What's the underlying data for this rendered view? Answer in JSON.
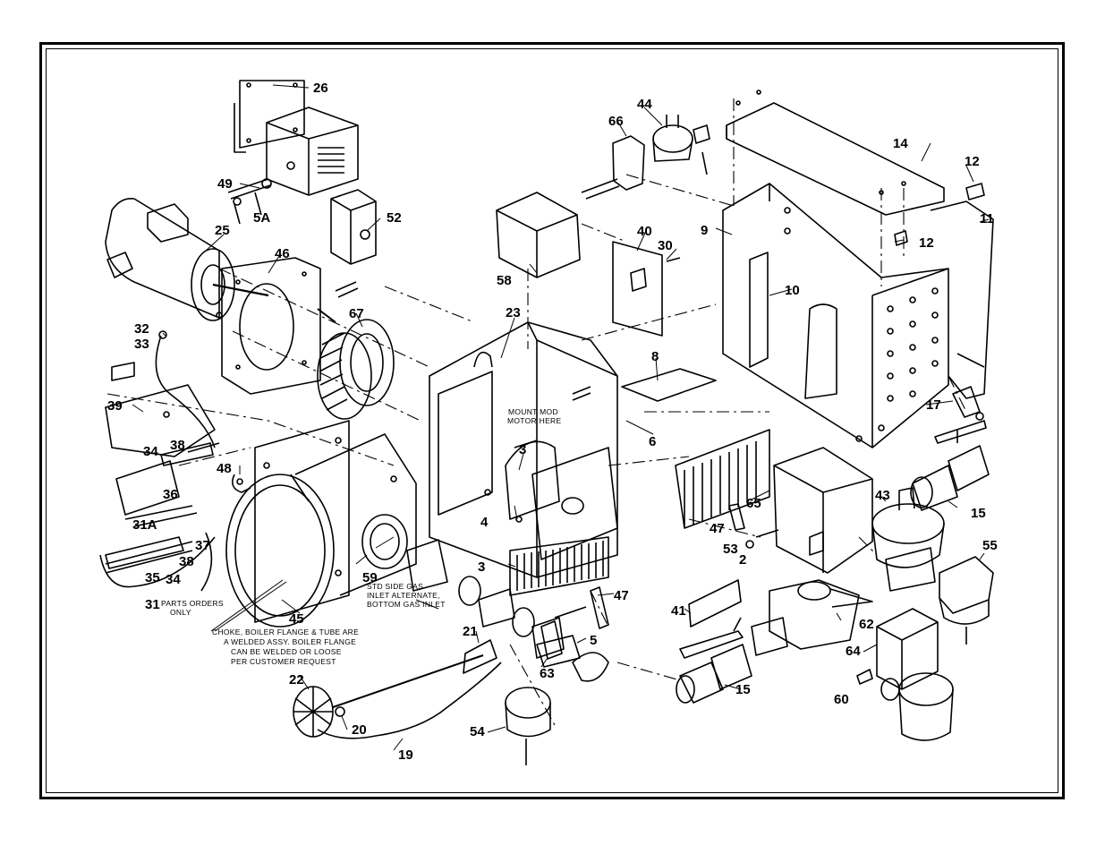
{
  "callouts": {
    "c1": "26",
    "c2": "49",
    "c3": "5A",
    "c4": "25",
    "c5": "46",
    "c6": "52",
    "c7": "67",
    "c8": "32",
    "c9": "33",
    "c10": "39",
    "c11": "34",
    "c12": "38",
    "c13": "36",
    "c14": "48",
    "c15": "31A",
    "c16": "37",
    "c17": "38",
    "c18": "35",
    "c19": "34",
    "c20": "31",
    "c21": "45",
    "c22": "59",
    "c23": "66",
    "c24": "44",
    "c25": "58",
    "c26": "23",
    "c27": "40",
    "c28": "30",
    "c29": "3",
    "c30": "4",
    "c31": "3",
    "c32": "8",
    "c33": "6",
    "c34": "21",
    "c35": "22",
    "c36": "20",
    "c37": "19",
    "c38": "54",
    "c39": "63",
    "c40": "5",
    "c41": "47",
    "c42": "47",
    "c43": "53",
    "c44": "2",
    "c45": "65",
    "c46": "41",
    "c47": "15",
    "c48": "62",
    "c49": "14",
    "c50": "12",
    "c51": "9",
    "c52": "12",
    "c53": "11",
    "c54": "10",
    "c55": "17",
    "c56": "43",
    "c57": "15",
    "c58": "55",
    "c59": "64",
    "c60": "60"
  },
  "notes": {
    "mount_line1": "MOUNT MOD",
    "mount_line2": "MOTOR HERE",
    "gas_line1": "STD SIDE GAS",
    "gas_line2": "INLET ALTERNATE,",
    "gas_line3": "BOTTOM GAS INLET",
    "parts_line1": "PARTS ORDERS",
    "parts_line2": "ONLY",
    "choke_line1": "CHOKE, BOILER FLANGE & TUBE ARE",
    "choke_line2": "A WELDED ASSY. BOILER FLANGE",
    "choke_line3": "CAN BE WELDED OR LOOSE",
    "choke_line4": "PER CUSTOMER REQUEST"
  }
}
